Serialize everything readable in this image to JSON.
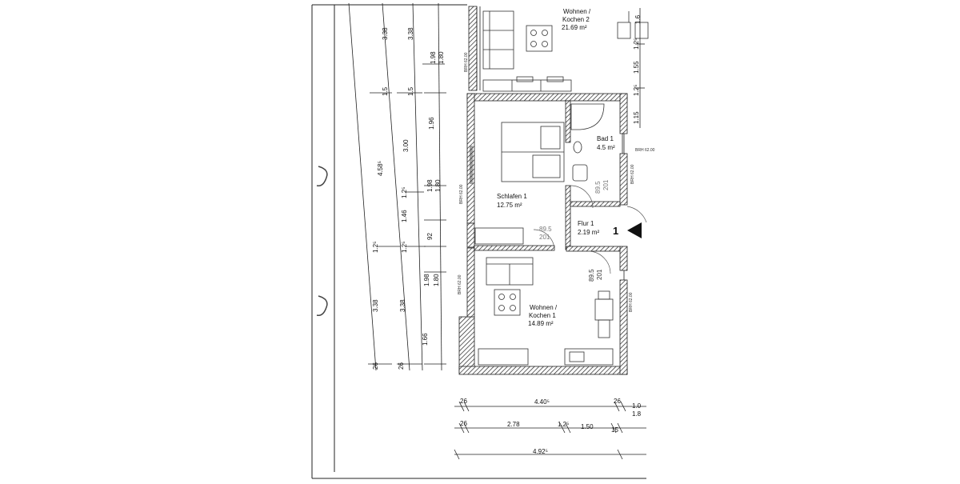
{
  "plan": {
    "rooms": {
      "wohnen2": {
        "name_line1": "Wohnen /",
        "name_line2": "Kochen 2",
        "area": "21.69 m²"
      },
      "schlafen1": {
        "name": "Schlafen 1",
        "area": "12.75 m²"
      },
      "bad1": {
        "name": "Bad 1",
        "area": "4.5 m²"
      },
      "flur1": {
        "name": "Flur 1",
        "area": "2.19 m²"
      },
      "wohnen1": {
        "name_line1": "Wohnen /",
        "name_line2": "Kochen 1",
        "area": "14.89 m²"
      }
    },
    "entrance_number": "1",
    "brh": "BRH 62.00",
    "door_labels": {
      "d1_w": "89.5",
      "d1_h": "201",
      "d2_w": "89.5",
      "d2_h": "201",
      "d3_w": "89.5",
      "d3_h": "201"
    },
    "left_dims": {
      "col1": [
        "3.38",
        "1.5",
        "4.58⁵",
        "1.2⁵",
        "3.38",
        "26"
      ],
      "col2": [
        "3.38",
        "1.5",
        "3.00",
        "1.2⁵",
        "1.46",
        "1.2⁵",
        "3.38",
        "26"
      ],
      "col3": [
        "1.98",
        "1.80",
        "1.96",
        "1.98",
        "1.80",
        "92",
        "1.98",
        "1.80",
        "1.66"
      ]
    },
    "right_dims": [
      "1.6",
      "1.2⁵",
      "1.55",
      "1.2⁵",
      "1.15"
    ],
    "bottom_dims": {
      "row1": [
        "26",
        "4.40⁵",
        "26",
        "1.0"
      ],
      "row1b": "1.8",
      "row2": [
        "26",
        "2.78",
        "1.2⁵",
        "1.50",
        "15"
      ],
      "row3": [
        "4.92⁵"
      ]
    }
  }
}
